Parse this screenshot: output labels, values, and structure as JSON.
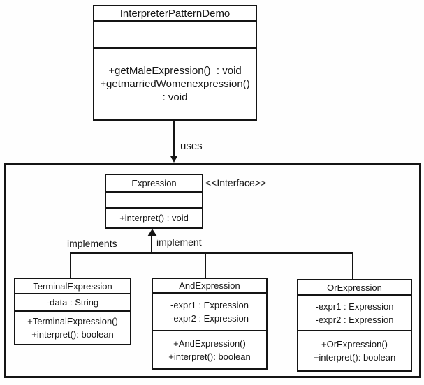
{
  "colors": {
    "line": "#141414",
    "background": "#fefefe",
    "text": "#161616"
  },
  "labels": {
    "uses": "uses",
    "implements": "implements",
    "implement": "implement"
  },
  "classes": {
    "demo": {
      "title": "InterpreterPatternDemo",
      "method_lines": [
        "+getMaleExpression()  : void",
        "+getmarriedWomenexpression()",
        ": void"
      ]
    },
    "expression": {
      "title": "Expression",
      "stereotype": "<<Interface>>",
      "method_lines": [
        "+interpret() : void"
      ]
    },
    "terminal": {
      "title": "TerminalExpression",
      "attribute_lines": [
        "-data : String"
      ],
      "method_lines": [
        "+TerminalExpression()",
        "+interpret(): boolean"
      ]
    },
    "and": {
      "title": "AndExpression",
      "attribute_lines": [
        "-expr1 : Expression",
        "-expr2 : Expression"
      ],
      "method_lines": [
        "+AndExpression()",
        "+interpret(): boolean"
      ]
    },
    "or": {
      "title": "OrExpression",
      "attribute_lines": [
        "-expr1 : Expression",
        "-expr2 : Expression"
      ],
      "method_lines": [
        "+OrExpression()",
        "+interpret(): boolean"
      ]
    }
  }
}
